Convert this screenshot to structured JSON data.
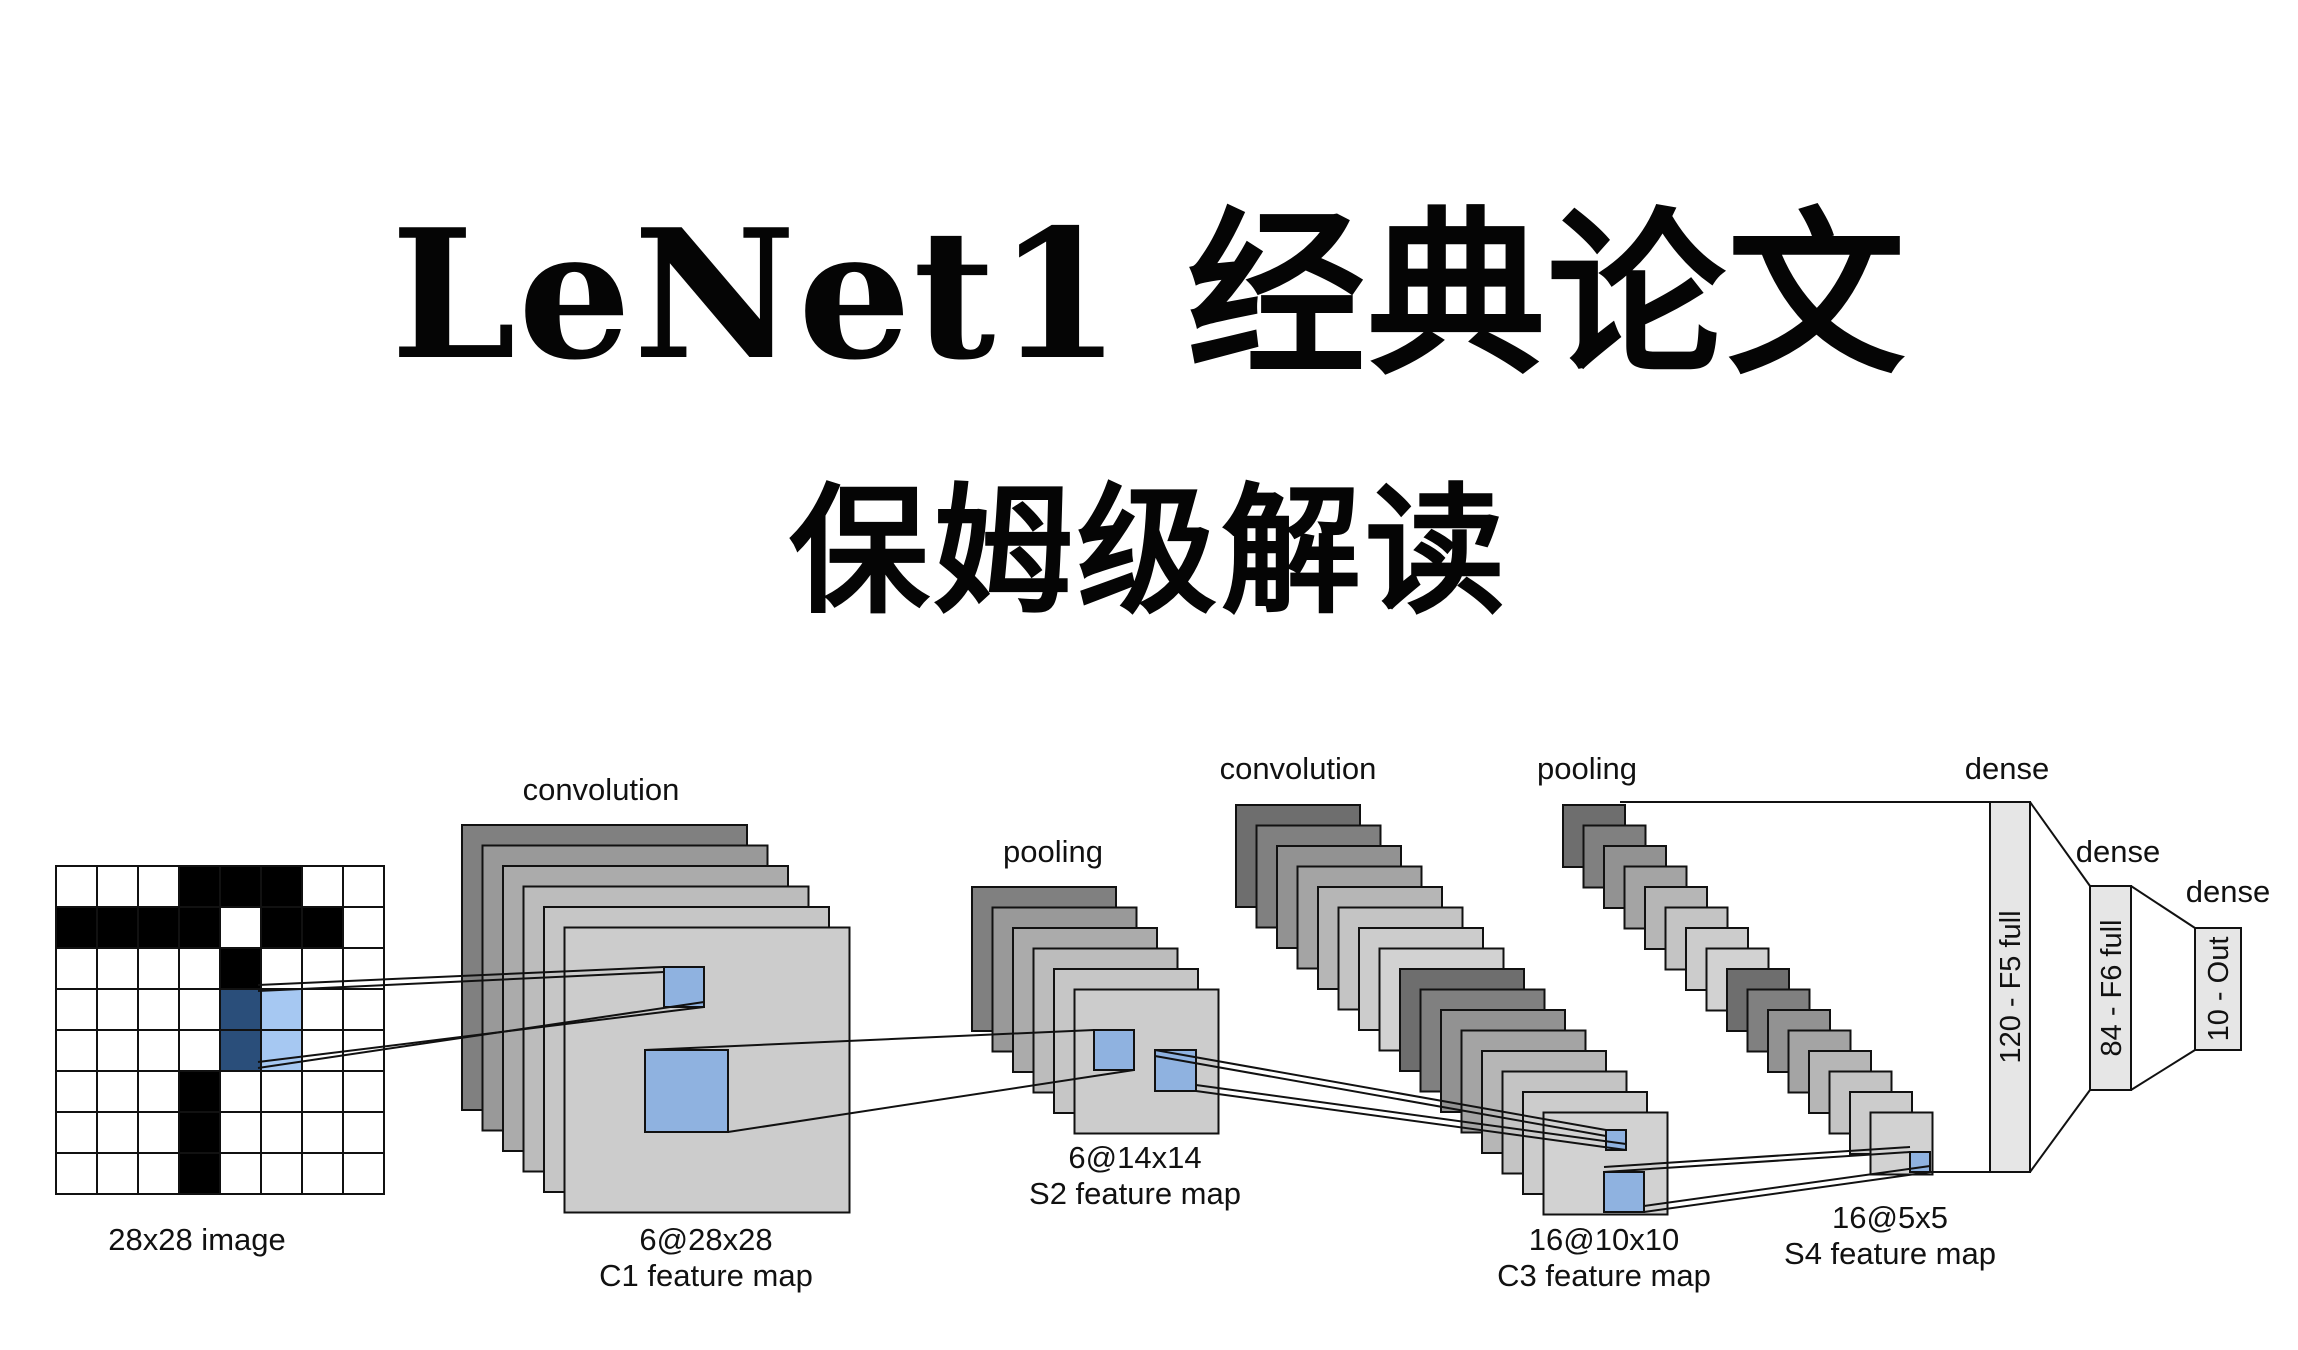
{
  "title": "LeNet1 经典论文",
  "subtitle": "保姆级解读",
  "diagram": {
    "labels": {
      "conv1": "convolution",
      "pool1": "pooling",
      "conv2": "convolution",
      "pool2": "pooling",
      "dense1": "dense",
      "dense2": "dense",
      "dense3": "dense"
    },
    "captions": {
      "input": "28x28 image",
      "c1_size": "6@28x28",
      "c1_name": "C1 feature map",
      "s2_size": "6@14x14",
      "s2_name": "S2 feature map",
      "c3_size": "16@10x10",
      "c3_name": "C3 feature map",
      "s4_size": "16@5x5",
      "s4_name": "S4 feature map"
    },
    "layers": {
      "f5": "120 - F5 full",
      "f6": "84 - F6 full",
      "out": "10 - Out"
    },
    "colors": {
      "filter_highlight": "#8fb2e0",
      "input_dark": "#2a4e7a",
      "input_light": "#a6c8f2",
      "dense_fill": "#e6e6e6"
    }
  }
}
